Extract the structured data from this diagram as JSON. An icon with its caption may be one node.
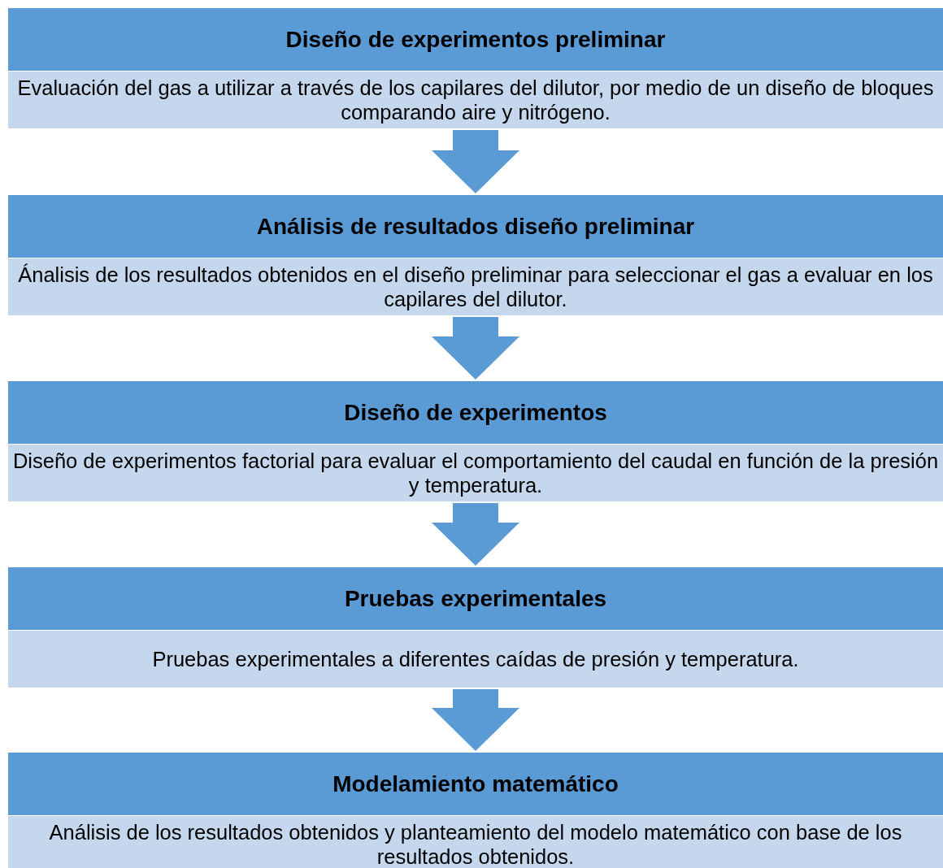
{
  "diagram": {
    "nodes": [
      {
        "text": [
          "Diseño de experimentos preliminar",
          "Evaluación del gas a utilizar a través de los capilares del dilutor, por medio de un diseño de bloques comparando aire y nitrógeno."
        ]
      },
      {
        "text": [
          "Análisis de resultados diseño preliminar",
          "Ánalisis de los resultados obtenidos en el diseño preliminar para seleccionar el gas a evaluar en los capilares del dilutor."
        ]
      },
      {
        "text": [
          "Diseño de experimentos",
          "Diseño de experimentos factorial para evaluar el comportamiento del caudal en función de la presión y temperatura."
        ]
      },
      {
        "text": [
          "Pruebas experimentales",
          "Pruebas experimentales a diferentes caídas de presión y temperatura."
        ]
      },
      {
        "text": [
          "Modelamiento matemático",
          "Análisis de los resultados obtenidos y planteamiento del modelo matemático con base de los resultados obtenidos."
        ]
      }
    ],
    "edges": [
      {
        "from": 0,
        "to": 1,
        "arrow": "to"
      },
      {
        "from": 1,
        "to": 2,
        "arrow": "to"
      },
      {
        "from": 2,
        "to": 3,
        "arrow": "to"
      },
      {
        "from": 3,
        "to": 4,
        "arrow": "to"
      }
    ]
  }
}
